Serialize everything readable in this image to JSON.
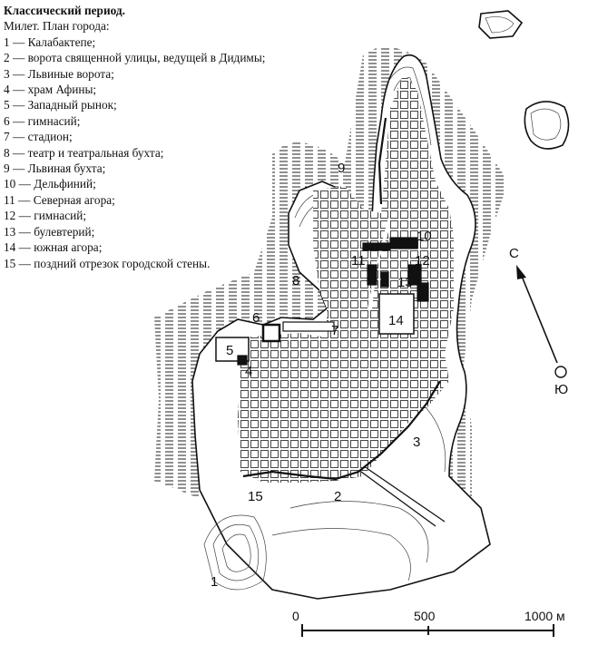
{
  "title": "Классический период.",
  "subtitle": "Милет. План города:",
  "legend": [
    "1 — Калабактепе;",
    "2 — ворота священной улицы, ведущей в Дидимы;",
    "3 — Львиные ворота;",
    "4 — храм Афины;",
    "5 — Западный рынок;",
    "6 — гимнасий;",
    "7 — стадион;",
    "8 — театр и театральная бухта;",
    "9 — Львиная бухта;",
    "10 — Дельфиний;",
    "11 — Северная агора;",
    "12 — гимнасий;",
    "13 — булевтерий;",
    "14  — южная агора;",
    "15 — поздний отрезок городской стены."
  ],
  "map_labels": [
    "1",
    "2",
    "3",
    "4",
    "5",
    "6",
    "7",
    "8",
    "9",
    "10",
    "11",
    "12",
    "13",
    "14",
    "15"
  ],
  "compass": {
    "north": "С",
    "south": "Ю"
  },
  "scale": {
    "ticks": [
      "0",
      "500",
      "1000 м"
    ]
  },
  "colors": {
    "ink": "#111111",
    "paper": "#ffffff"
  }
}
